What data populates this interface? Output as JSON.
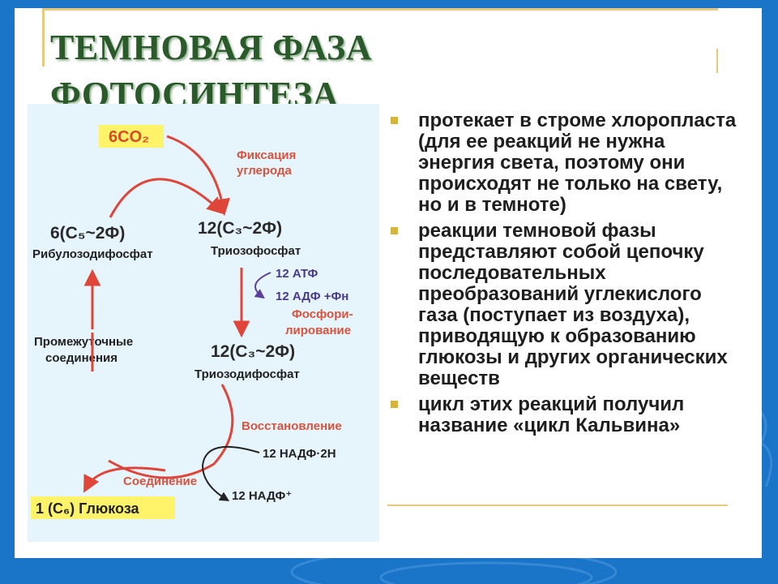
{
  "slide": {
    "title_line1": "ТЕМНОВАЯ ФАЗА",
    "title_line2": "ФОТОСИНТЕЗА"
  },
  "diagram": {
    "co2_box": "6CO₂",
    "fixation_line1": "Фиксация",
    "fixation_line2": "углерода",
    "node_rubp_formula": "6(C₅~2Ф)",
    "node_rubp_name": "Рибулозодифосфат",
    "node_triose_formula": "12(C₃~2Ф)",
    "node_triose_name": "Триозофосфат",
    "atp": "12 АТФ",
    "adp": "12 АДФ +Фн",
    "phosph_line1": "Фосфори-",
    "phosph_line2": "лирование",
    "intermediate_line1": "Промежуточные",
    "intermediate_line2": "соединения",
    "node_triosebis_formula": "12(C₃~2Ф)",
    "node_triosebis_name": "Триозодифосфат",
    "reduction": "Восстановление",
    "nadph": "12 НАДФ·2Н",
    "nadp": "12 НАДФ⁺",
    "combine": "Соединение",
    "glucose_box": "1 (C₆) Глюкоза"
  },
  "bullets": [
    "протекает в строме хлоропласта (для ее реакций не нужна энергия света, поэтому они происходят не только на свету, но и в темноте)",
    "реакции темновой фазы представляют собой цепочку последовательных преобразований углекислого газа (поступает из воздуха), приводящую к образованию глюкозы и других органических веществ",
    " цикл этих реакций получил название «цикл Кальвина»"
  ],
  "colors": {
    "background": "#1a74c8",
    "arrow_red": "#e0453a",
    "label_red": "#d9533e",
    "box_yellow": "#fff36a",
    "title_green": "#2a5a2a",
    "bullet_gold": "#d4b43a"
  }
}
